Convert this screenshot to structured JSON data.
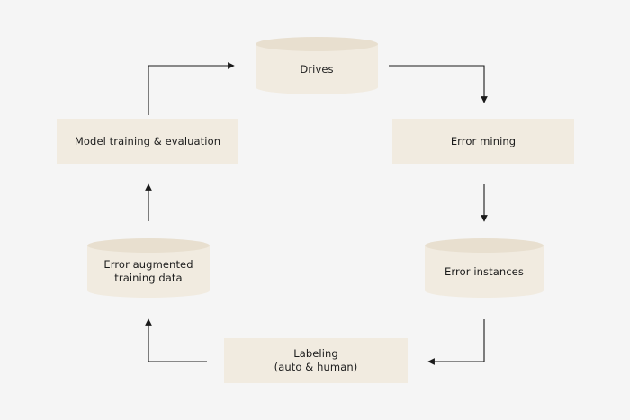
{
  "diagram": {
    "nodes": {
      "drives": {
        "label": "Drives",
        "shape": "cylinder"
      },
      "error_mining": {
        "label": "Error mining",
        "shape": "rect"
      },
      "error_instances": {
        "label": "Error instances",
        "shape": "cylinder"
      },
      "labeling": {
        "label": "Labeling\n(auto & human)",
        "shape": "rect"
      },
      "error_augmented": {
        "label": "Error augmented\ntraining data",
        "shape": "cylinder"
      },
      "model_training": {
        "label": "Model training & evaluation",
        "shape": "rect"
      }
    },
    "edges": [
      {
        "from": "model_training",
        "to": "drives"
      },
      {
        "from": "drives",
        "to": "error_mining"
      },
      {
        "from": "error_mining",
        "to": "error_instances"
      },
      {
        "from": "error_instances",
        "to": "labeling"
      },
      {
        "from": "labeling",
        "to": "error_augmented"
      },
      {
        "from": "error_augmented",
        "to": "model_training"
      }
    ],
    "colors": {
      "node_fill": "#f1ebe0",
      "cylinder_top": "#e8dfcf",
      "line": "#1a1a1a",
      "background": "#f5f5f5"
    }
  }
}
